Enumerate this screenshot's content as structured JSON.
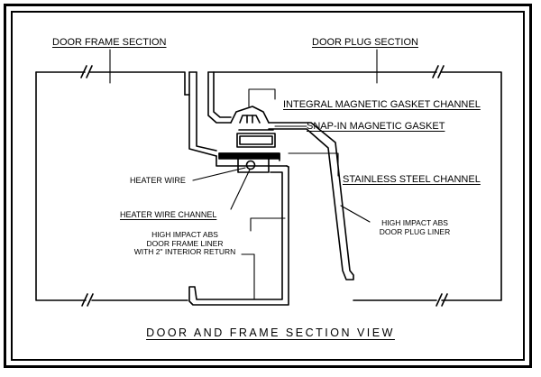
{
  "labels": {
    "door_frame_section": "DOOR FRAME SECTION",
    "door_plug_section": "DOOR PLUG SECTION",
    "integral_gasket_channel": "INTEGRAL MAGNETIC GASKET CHANNEL",
    "snap_in_gasket": "SNAP-IN MAGNETIC GASKET",
    "stainless_channel": "STAINLESS STEEL CHANNEL",
    "heater_wire": "HEATER WIRE",
    "heater_wire_channel": "HEATER WIRE CHANNEL",
    "frame_liner_1": "HIGH IMPACT ABS",
    "frame_liner_2": "DOOR FRAME LINER",
    "frame_liner_3": "WITH 2\" INTERIOR RETURN",
    "plug_liner_1": "HIGH IMPACT ABS",
    "plug_liner_2": "DOOR PLUG LINER"
  },
  "title": "DOOR AND FRAME SECTION VIEW"
}
